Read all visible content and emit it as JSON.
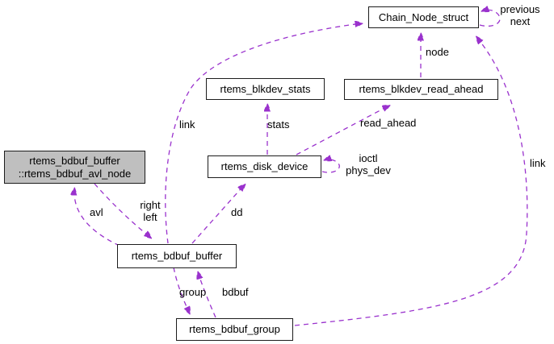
{
  "colors": {
    "edge": "#9a32cd",
    "highlight_fill": "#bfbfbf",
    "node_fill": "#ffffff",
    "node_border": "#1c1c1c",
    "text": "#000000"
  },
  "nodes": {
    "chain_node": {
      "label": "Chain_Node_struct"
    },
    "blkdev_stats": {
      "label": "rtems_blkdev_stats"
    },
    "blkdev_read_ahead": {
      "label": "rtems_blkdev_read_ahead"
    },
    "bdbuf_avl_node": {
      "line1": "rtems_bdbuf_buffer",
      "line2": "::rtems_bdbuf_avl_node"
    },
    "disk_device": {
      "label": "rtems_disk_device"
    },
    "bdbuf_buffer": {
      "label": "rtems_bdbuf_buffer"
    },
    "bdbuf_group": {
      "label": "rtems_bdbuf_group"
    }
  },
  "edge_labels": {
    "previous": "previous",
    "next": "next",
    "node": "node",
    "link_left": "link",
    "stats": "stats",
    "read_ahead": "read_ahead",
    "ioctl": "ioctl",
    "phys_dev": "phys_dev",
    "avl": "avl",
    "right": "right",
    "left": "left",
    "dd": "dd",
    "group": "group",
    "bdbuf": "bdbuf",
    "link_right": "link"
  }
}
